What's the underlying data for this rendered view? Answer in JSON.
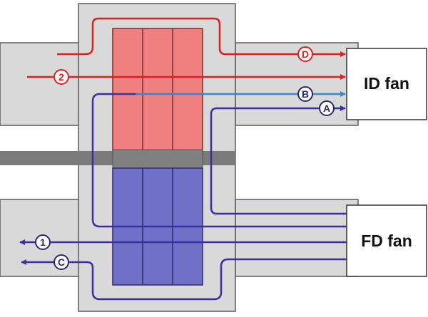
{
  "fans": {
    "id_fan": "ID fan",
    "fd_fan": "FD fan"
  },
  "markers": {
    "d": "D",
    "two": "2",
    "b": "B",
    "a": "A",
    "one": "1",
    "c": "C"
  },
  "colors": {
    "casing": "#d9d9d9",
    "casing_outline": "#5a5a5a",
    "duct": "#d9d9d9",
    "hot_section": "#f08080",
    "cold_section": "#7070c8",
    "seal_band": "#7b7b7b",
    "flue_gas": "#e02020",
    "air": "#3a2ea0",
    "leakage_b": "#3a86c8"
  }
}
